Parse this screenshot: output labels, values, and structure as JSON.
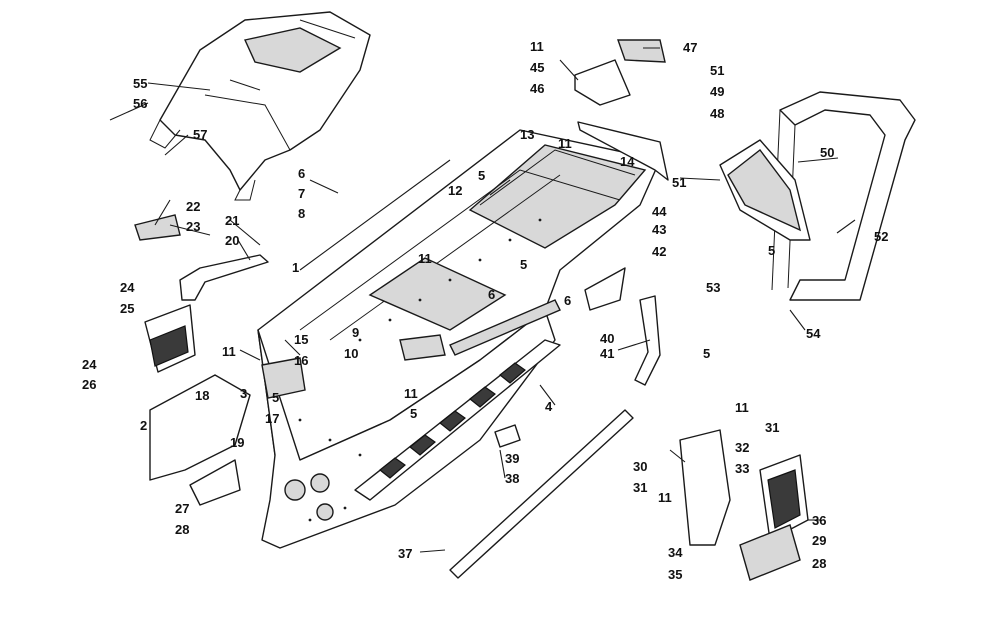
{
  "diagram": {
    "callouts": [
      {
        "id": "c55",
        "text": "55"
      },
      {
        "id": "c56",
        "text": "56"
      },
      {
        "id": "c57",
        "text": "57"
      },
      {
        "id": "c22",
        "text": "22"
      },
      {
        "id": "c23",
        "text": "23"
      },
      {
        "id": "c21",
        "text": "21"
      },
      {
        "id": "c20",
        "text": "20"
      },
      {
        "id": "c24a",
        "text": "24"
      },
      {
        "id": "c25",
        "text": "25"
      },
      {
        "id": "c24b",
        "text": "24"
      },
      {
        "id": "c26",
        "text": "26"
      },
      {
        "id": "c2",
        "text": "2"
      },
      {
        "id": "c18",
        "text": "18"
      },
      {
        "id": "c3",
        "text": "3"
      },
      {
        "id": "c19",
        "text": "19"
      },
      {
        "id": "c27",
        "text": "27"
      },
      {
        "id": "c28a",
        "text": "28"
      },
      {
        "id": "c11a",
        "text": "11"
      },
      {
        "id": "c15",
        "text": "15"
      },
      {
        "id": "c16",
        "text": "16"
      },
      {
        "id": "c17",
        "text": "17"
      },
      {
        "id": "c5a",
        "text": "5"
      },
      {
        "id": "c6a",
        "text": "6"
      },
      {
        "id": "c7",
        "text": "7"
      },
      {
        "id": "c8",
        "text": "8"
      },
      {
        "id": "c1",
        "text": "1"
      },
      {
        "id": "c9",
        "text": "9"
      },
      {
        "id": "c10",
        "text": "10"
      },
      {
        "id": "c11b",
        "text": "11"
      },
      {
        "id": "c12",
        "text": "12"
      },
      {
        "id": "c5b",
        "text": "5"
      },
      {
        "id": "c13",
        "text": "13"
      },
      {
        "id": "c11c",
        "text": "11"
      },
      {
        "id": "c14",
        "text": "14"
      },
      {
        "id": "c11d",
        "text": "11"
      },
      {
        "id": "c45",
        "text": "45"
      },
      {
        "id": "c46",
        "text": "46"
      },
      {
        "id": "c47",
        "text": "47"
      },
      {
        "id": "c51a",
        "text": "51"
      },
      {
        "id": "c49",
        "text": "49"
      },
      {
        "id": "c48",
        "text": "48"
      },
      {
        "id": "c50",
        "text": "50"
      },
      {
        "id": "c51b",
        "text": "51"
      },
      {
        "id": "c44",
        "text": "44"
      },
      {
        "id": "c43",
        "text": "43"
      },
      {
        "id": "c42",
        "text": "42"
      },
      {
        "id": "c5c",
        "text": "5"
      },
      {
        "id": "c6b",
        "text": "6"
      },
      {
        "id": "c6c",
        "text": "6"
      },
      {
        "id": "c40",
        "text": "40"
      },
      {
        "id": "c41",
        "text": "41"
      },
      {
        "id": "c5d",
        "text": "5"
      },
      {
        "id": "c52",
        "text": "52"
      },
      {
        "id": "c5e",
        "text": "5"
      },
      {
        "id": "c53",
        "text": "53"
      },
      {
        "id": "c54",
        "text": "54"
      },
      {
        "id": "c4",
        "text": "4"
      },
      {
        "id": "c11e",
        "text": "11"
      },
      {
        "id": "c5f",
        "text": "5"
      },
      {
        "id": "c39",
        "text": "39"
      },
      {
        "id": "c38",
        "text": "38"
      },
      {
        "id": "c37",
        "text": "37"
      },
      {
        "id": "c11f",
        "text": "11"
      },
      {
        "id": "c31a",
        "text": "31"
      },
      {
        "id": "c30",
        "text": "30"
      },
      {
        "id": "c32",
        "text": "32"
      },
      {
        "id": "c33",
        "text": "33"
      },
      {
        "id": "c31b",
        "text": "31"
      },
      {
        "id": "c11g",
        "text": "11"
      },
      {
        "id": "c36",
        "text": "36"
      },
      {
        "id": "c34",
        "text": "34"
      },
      {
        "id": "c29",
        "text": "29"
      },
      {
        "id": "c35",
        "text": "35"
      },
      {
        "id": "c28b",
        "text": "28"
      }
    ]
  }
}
